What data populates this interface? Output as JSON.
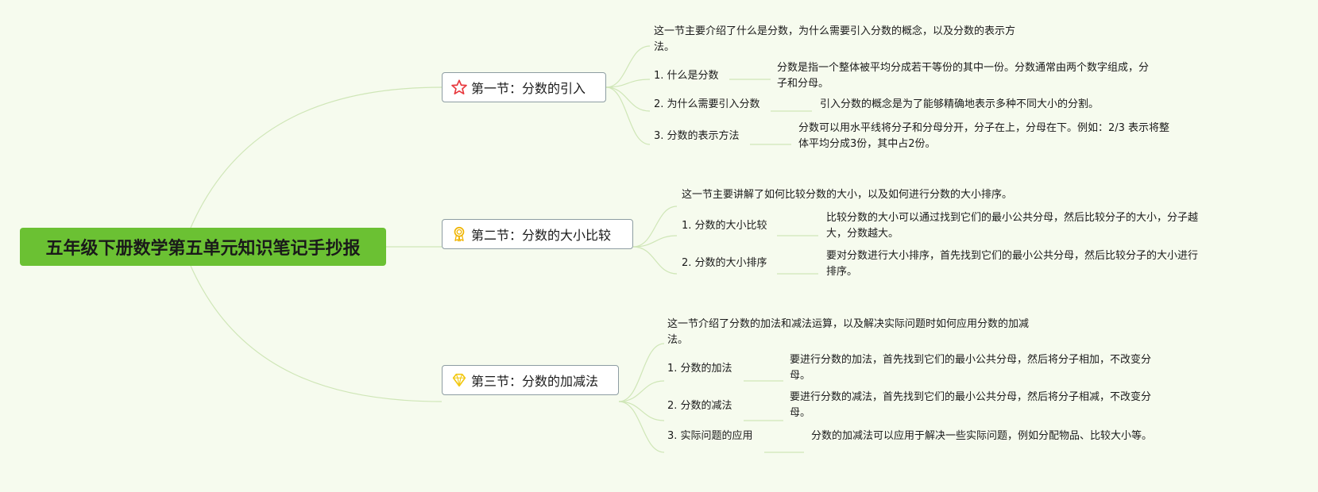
{
  "root": {
    "title": "五年级下册数学第五单元知识笔记手抄报"
  },
  "sections": [
    {
      "title": "第一节：分数的引入",
      "icon": "star-icon",
      "summary": "这一节主要介绍了什么是分数，为什么需要引入分数的概念，以及分数的表示方法。",
      "items": [
        {
          "label": "1. 什么是分数",
          "detail": "分数是指一个整体被平均分成若干等份的其中一份。分数通常由两个数字组成，分子和分母。"
        },
        {
          "label": "2. 为什么需要引入分数",
          "detail": "引入分数的概念是为了能够精确地表示多种不同大小的分割。"
        },
        {
          "label": "3. 分数的表示方法",
          "detail": "分数可以用水平线将分子和分母分开，分子在上，分母在下。例如：2/3 表示将整体平均分成3份，其中占2份。"
        }
      ]
    },
    {
      "title": "第二节：分数的大小比较",
      "icon": "medal-icon",
      "summary": "这一节主要讲解了如何比较分数的大小，以及如何进行分数的大小排序。",
      "items": [
        {
          "label": "1. 分数的大小比较",
          "detail": "比较分数的大小可以通过找到它们的最小公共分母，然后比较分子的大小，分子越大，分数越大。"
        },
        {
          "label": "2. 分数的大小排序",
          "detail": "要对分数进行大小排序，首先找到它们的最小公共分母，然后比较分子的大小进行排序。"
        }
      ]
    },
    {
      "title": "第三节：分数的加减法",
      "icon": "diamond-icon",
      "summary": "这一节介绍了分数的加法和减法运算，以及解决实际问题时如何应用分数的加减法。",
      "items": [
        {
          "label": "1. 分数的加法",
          "detail": "要进行分数的加法，首先找到它们的最小公共分母，然后将分子相加，不改变分母。"
        },
        {
          "label": "2. 分数的减法",
          "detail": "要进行分数的减法，首先找到它们的最小公共分母，然后将分子相减，不改变分母。"
        },
        {
          "label": "3. 实际问题的应用",
          "detail": "分数的加减法可以应用于解决一些实际问题，例如分配物品、比较大小等。"
        }
      ]
    }
  ],
  "colors": {
    "background": "#f6fbee",
    "root_fill": "#6bc133",
    "connector": "#cfe6b7",
    "section_border": "#8d9da2",
    "star": "#e8383d",
    "medal": "#f0b400",
    "diamond": "#f2c811"
  }
}
